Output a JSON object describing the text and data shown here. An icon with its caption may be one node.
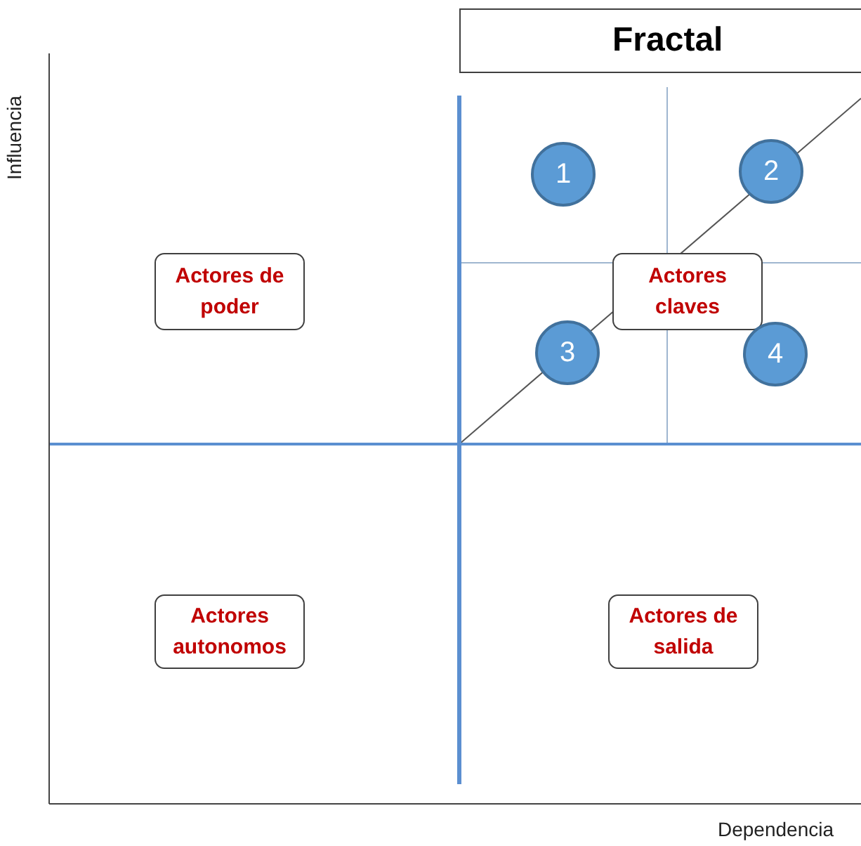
{
  "diagram": {
    "title": "Fractal",
    "nodes": [
      {
        "text": [
          "1"
        ]
      },
      {
        "text": [
          "2"
        ]
      },
      {
        "text": [
          "Actores de poder"
        ]
      },
      {
        "text": [
          "Actores claves"
        ]
      },
      {
        "text": [
          "3"
        ]
      },
      {
        "text": [
          "4"
        ]
      },
      {
        "text": [
          "Actores autonomos"
        ]
      },
      {
        "text": [
          "Actores de salida"
        ]
      }
    ],
    "edges": [],
    "labels": [
      "Influencia",
      "Dependencia"
    ]
  }
}
